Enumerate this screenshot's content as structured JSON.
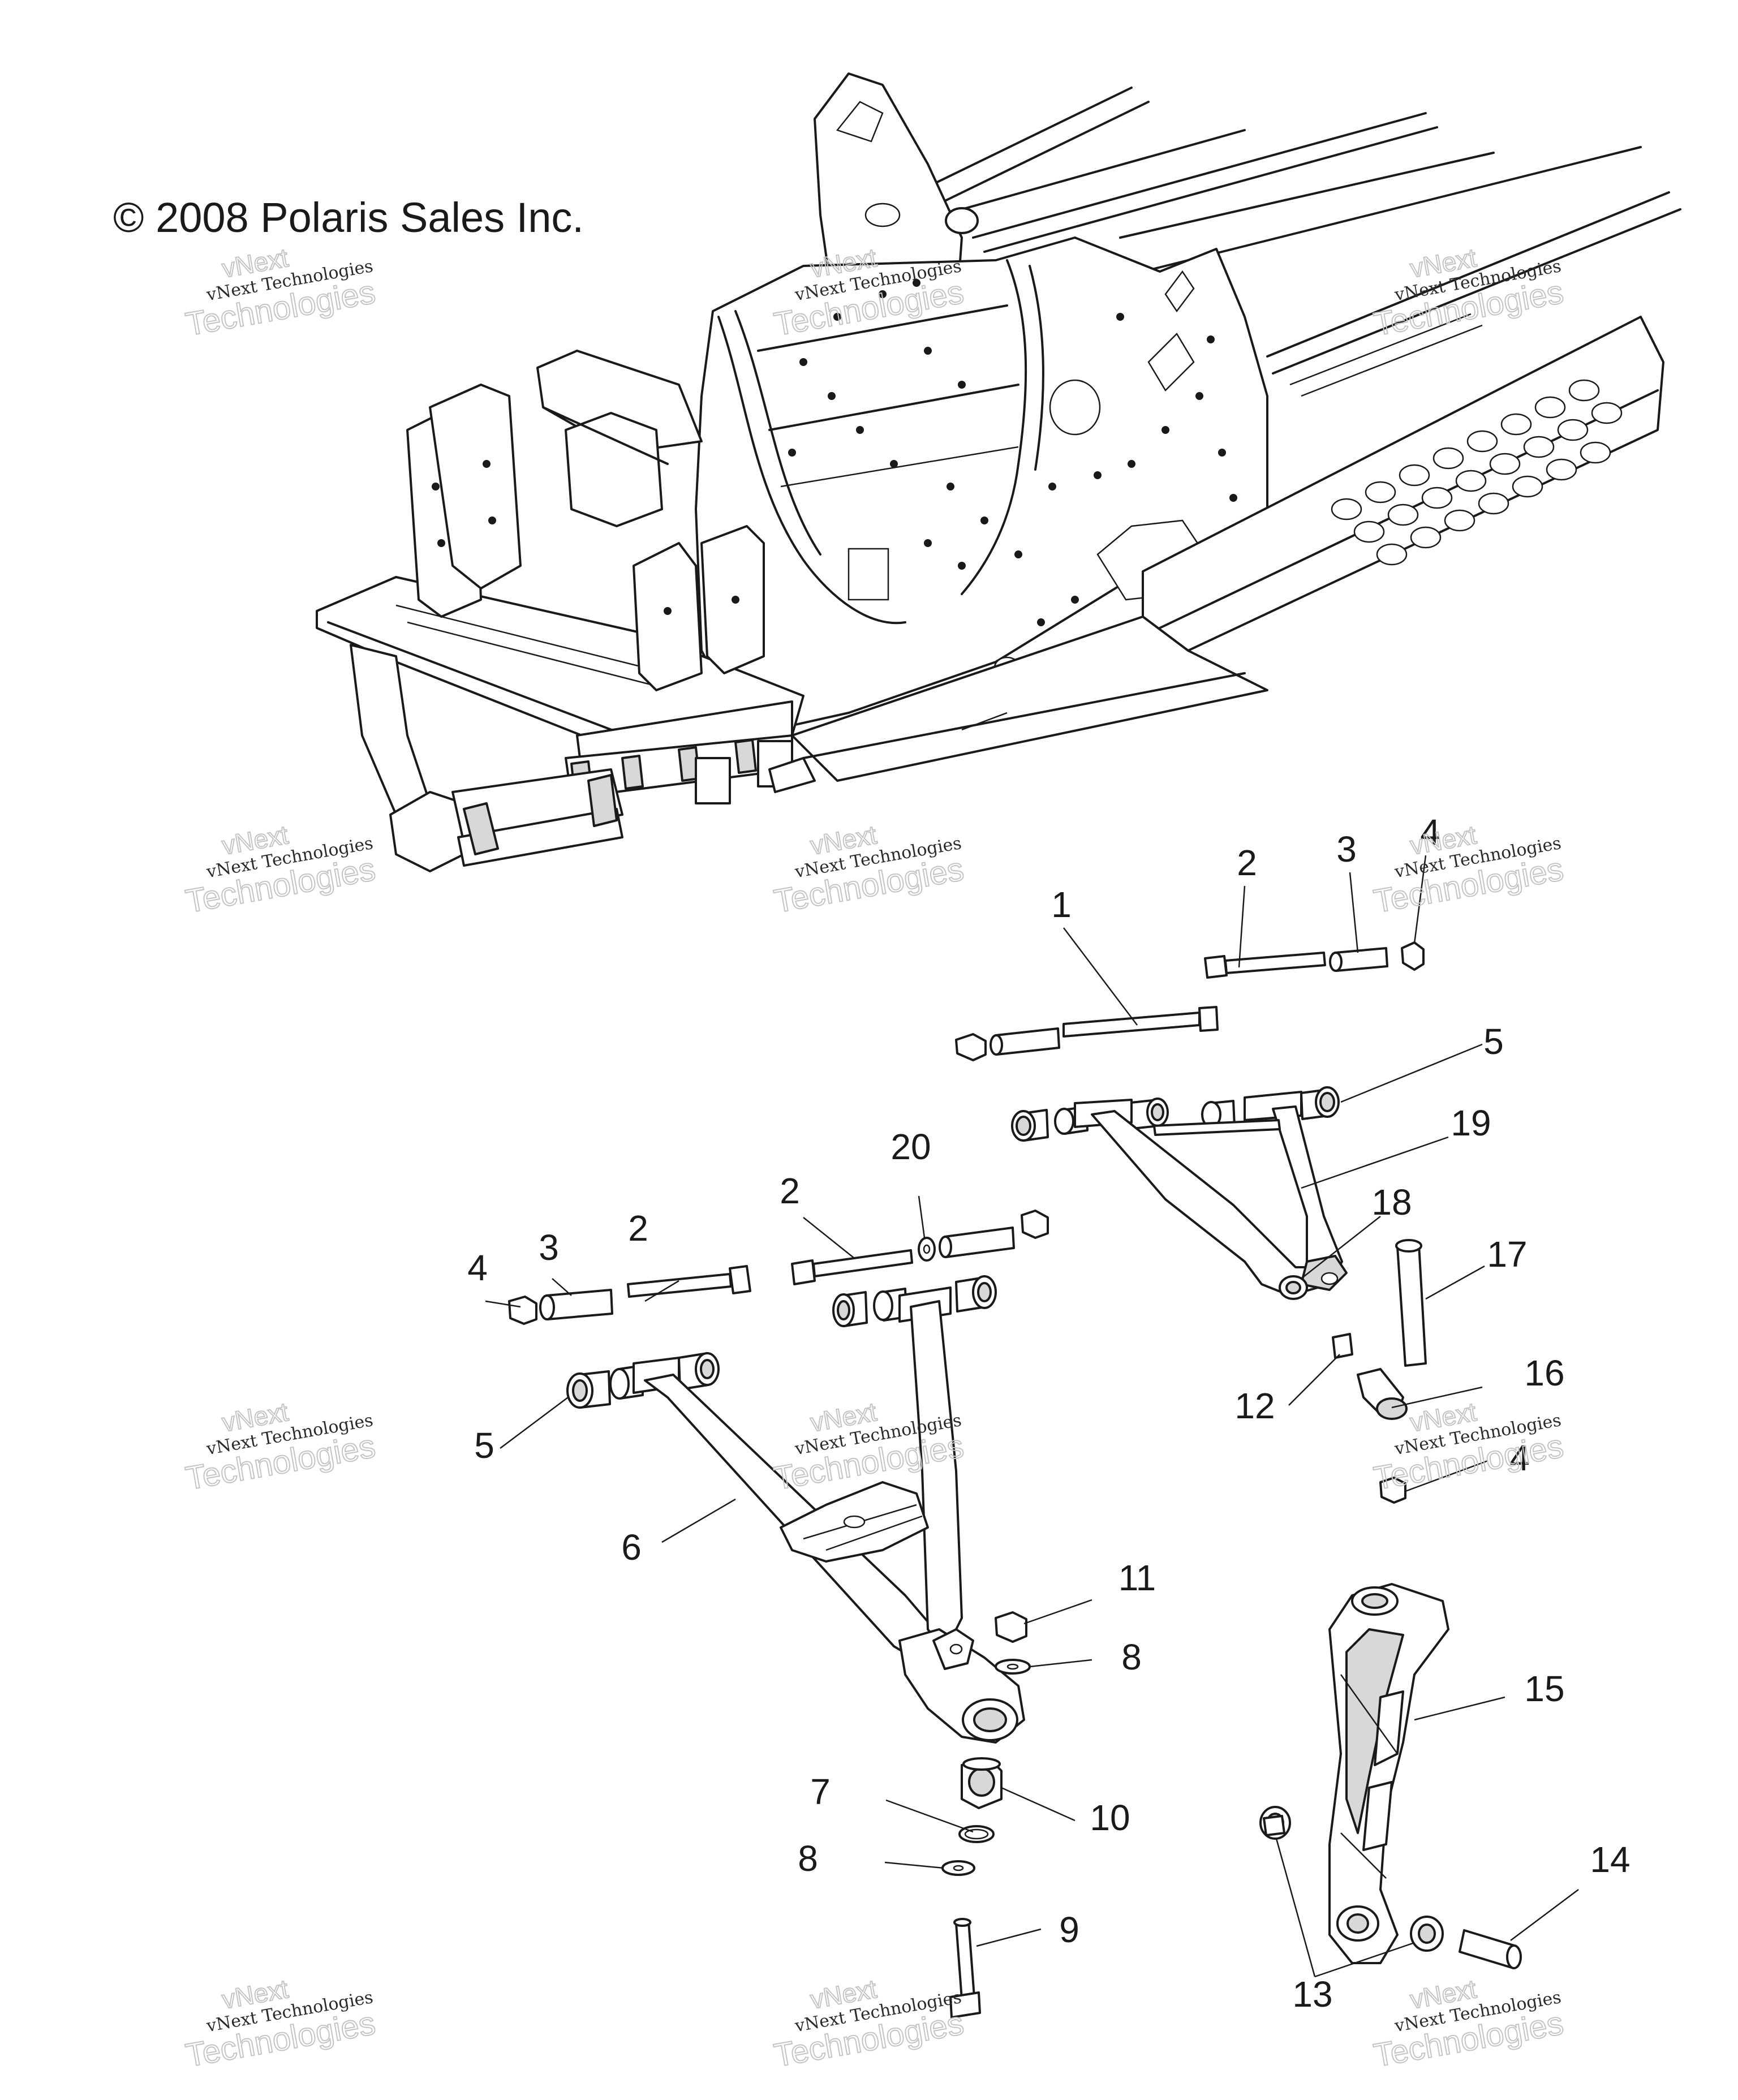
{
  "copyright": "© 2008 Polaris Sales Inc.",
  "watermark": {
    "label": "vNext Technologies",
    "top": "vNext",
    "bottom": "Technologies"
  },
  "callouts": {
    "c1": "1",
    "c2a": "2",
    "c3a": "3",
    "c4a": "4",
    "c5a": "5",
    "c19": "19",
    "c18": "18",
    "c17": "17",
    "c16": "16",
    "c12": "12",
    "c4b": "4",
    "c20": "20",
    "c2b": "2",
    "c2c": "2",
    "c3b": "3",
    "c4c": "4",
    "c5b": "5",
    "c6": "6",
    "c11": "11",
    "c8a": "8",
    "c7": "7",
    "c10": "10",
    "c8b": "8",
    "c9": "9",
    "c15": "15",
    "c14": "14",
    "c13": "13"
  }
}
